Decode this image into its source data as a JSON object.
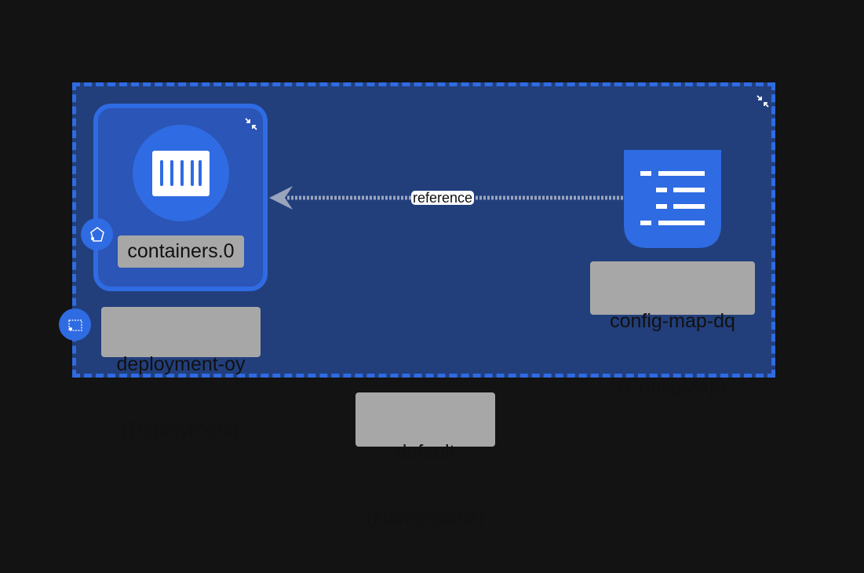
{
  "namespace": {
    "name": "default",
    "kind": "(Namespace)"
  },
  "deployment": {
    "name": "deployment-oy",
    "kind": "(Deployment)"
  },
  "container": {
    "name": "containers.0"
  },
  "configmap": {
    "name": "config-map-dq",
    "kind": "(ConfigMap)"
  },
  "edge": {
    "label": "reference"
  },
  "colors": {
    "background": "#131313",
    "namespace_fill": "#223f7c",
    "accent": "#2f6be2",
    "deployment_fill": "#2b55b6",
    "label_bg": "#a7a7a7",
    "edge": "#9aa4bd"
  },
  "icons": [
    "collapse-icon",
    "container-icon",
    "configmap-icon",
    "deployment-badge-icon",
    "namespace-badge-icon"
  ]
}
